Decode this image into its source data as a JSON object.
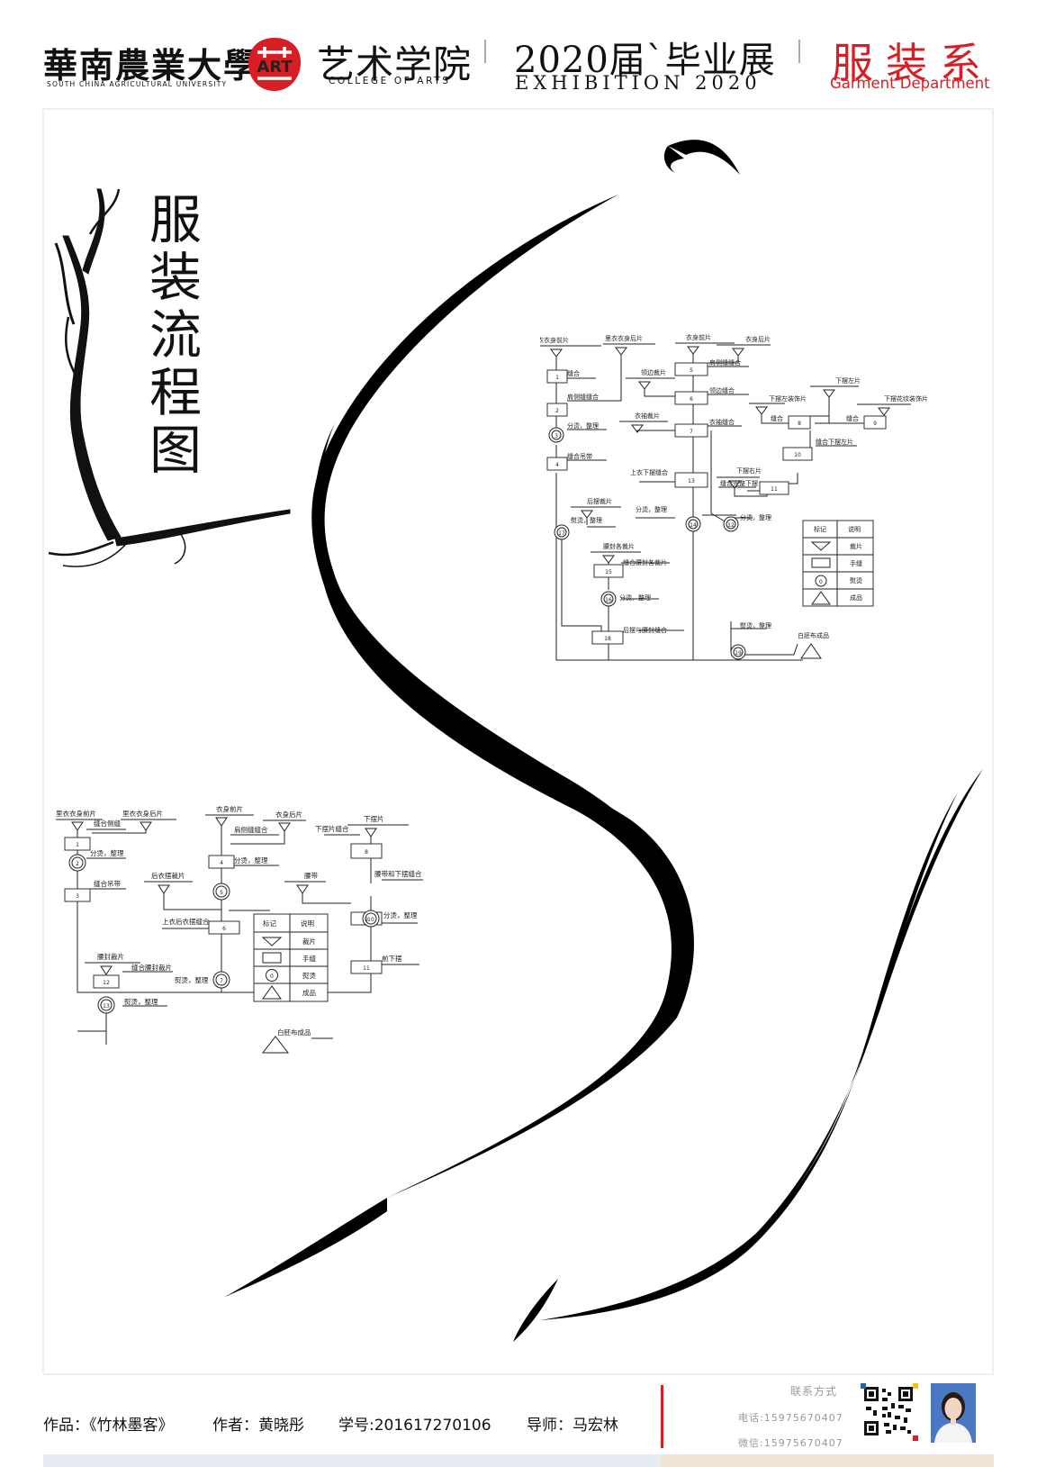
{
  "header": {
    "university_cn": "華南農業大學",
    "university_en": "SOUTH CHINA AGRICULTURAL UNIVERSITY",
    "logo_text": "ART",
    "college_cn": "艺术学院",
    "college_en": "COLLEGE OF ARTS",
    "exhibition_cn": "2020届`毕业展",
    "exhibition_en": "EXHIBITION 2020",
    "department_cn": "服装系",
    "department_en": "Garment Department"
  },
  "title": [
    "服",
    "装",
    "流",
    "程",
    "图"
  ],
  "flowchart_top": {
    "inputs": {
      "lining_front": "里衣衣身前片",
      "lining_back": "里衣衣身后片",
      "body_front": "衣身前片",
      "body_back": "衣身后片",
      "collar": "领边裁片",
      "sleeve": "衣袖裁片",
      "hem_left": "下摆左片",
      "hem_left_deco": "下摆左装饰片",
      "hem_pattern_deco": "下摆花纹装饰片",
      "hem_right": "下摆右片",
      "back_skirt": "后摆裁片",
      "waist_seal": "腰封各裁片"
    },
    "steps": [
      "1",
      "2",
      "3",
      "4",
      "5",
      "6",
      "7",
      "8",
      "9",
      "10",
      "11",
      "12",
      "13",
      "14",
      "15",
      "16",
      "17",
      "18",
      "19"
    ],
    "labels": {
      "s1": "缝合",
      "s2": "肩侧缝缝合",
      "s3": "分烫，整理",
      "s4": "缝合吊带",
      "s5": "肩侧缝缝合",
      "s6": "领边缝合",
      "s7": "衣袖缝合",
      "s8": "缝合",
      "s9": "缝合",
      "s10": "缝合下摆左片",
      "s11": "缝合完整下摆",
      "s12": "分烫，整理",
      "s13": "上衣下摆缝合",
      "s14": "分烫，整理",
      "s15": "缝合腰封各裁片",
      "s16": "分烫，整理",
      "s17": "熨烫，整理",
      "s18": "后摆与腰封缝合",
      "s19": "熨烫，整理",
      "final": "白胚布成品"
    }
  },
  "flowchart_bottom": {
    "inputs": {
      "lining_front": "里衣衣身前片",
      "lining_back": "里衣衣身后片",
      "body_front": "衣身前片",
      "body_back": "衣身后片",
      "hem": "下摆片",
      "back_skirt": "后衣摆裁片",
      "belt": "腰带",
      "waist_seal": "腰封裁片"
    },
    "steps": [
      "1",
      "2",
      "3",
      "4",
      "5",
      "6",
      "7",
      "8",
      "9",
      "10",
      "11",
      "12",
      "13"
    ],
    "labels": {
      "s1": "缝合侧缝",
      "s2": "分烫，整理",
      "s3": "缝合吊带",
      "s4": "肩侧缝缝合",
      "s5": "分烫，整理",
      "s6": "上衣后衣摆缝合",
      "s7": "熨烫，整理",
      "s8": "下摆片缝合",
      "s9": "腰带和下摆缝合",
      "s10": "分烫，整理",
      "s11": "前下摆",
      "s12": "缝合腰封裁片",
      "s13": "熨烫，整理",
      "final": "白胚布成品"
    }
  },
  "legend": {
    "header_mark": "标记",
    "header_desc": "说明",
    "rows": [
      "裁片",
      "手缝",
      "熨烫",
      "成品"
    ],
    "circle_glyph": "0"
  },
  "footer": {
    "work": "作品：《竹林墨客》",
    "author": "作者：黄晓彤",
    "student_id": "学号:201617270106",
    "advisor": "导师：马宏林",
    "contact_title": "联系方式",
    "phone": "电话:15975670407",
    "wechat": "微信:15975670407"
  },
  "colors": {
    "accent": "#d81e25",
    "ink": "#111111",
    "frame": "#f4ede8"
  }
}
